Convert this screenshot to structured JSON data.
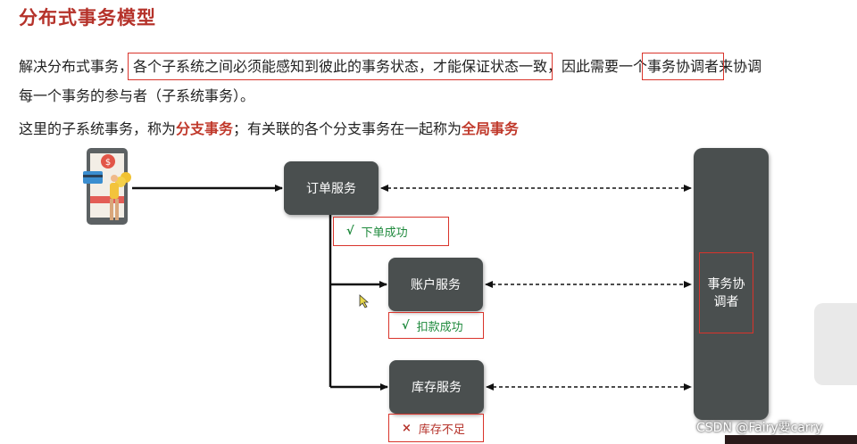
{
  "title": "分布式事务模型",
  "paragraph1": {
    "pre": "解决分布式事务，",
    "box1": "各个子系统之间必须能感知到彼此的事务状态，才能保证状态一致",
    "mid": "，因此需要一个",
    "box2": "事务协调者",
    "post": "来协调"
  },
  "paragraph2": "每一个事务的参与者（子系统事务）。",
  "paragraph3": {
    "pre": "这里的子系统事务，称为",
    "branch": "分支事务",
    "mid": "；有关联的各个分支事务在一起称为",
    "global": "全局事务"
  },
  "nodes": {
    "order": "订单服务",
    "account": "账户服务",
    "stock": "库存服务",
    "coordinator_line1": "事务协",
    "coordinator_line2": "调者"
  },
  "statuses": {
    "order": {
      "mark": "√",
      "text": "下单成功"
    },
    "account": {
      "mark": "√",
      "text": "扣款成功"
    },
    "stock": {
      "mark": "×",
      "text": "库存不足"
    }
  },
  "watermark": "CSDN @Fairy要carry",
  "colors": {
    "title_red": "#b5322a",
    "node_dark": "#4a4f4f",
    "box_red": "#d9342b",
    "ok_green": "#1f8a3d"
  }
}
